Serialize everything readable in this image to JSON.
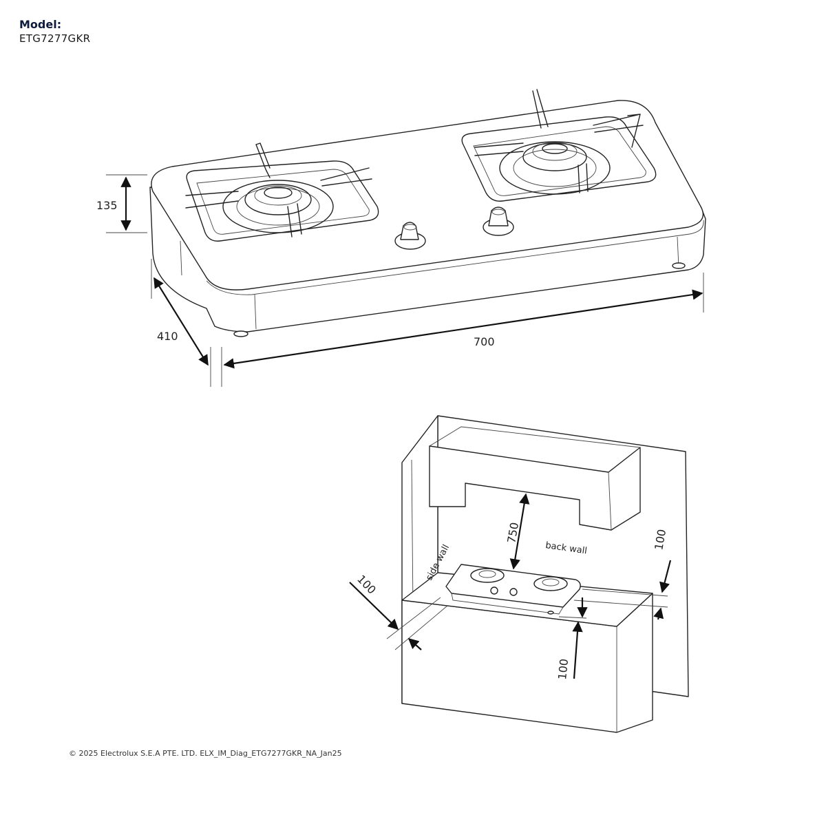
{
  "header": {
    "model_label": "Model:",
    "model_value": "ETG7277GKR"
  },
  "hob_dimensions": {
    "height": "135",
    "depth": "410",
    "width": "700"
  },
  "installation": {
    "hood_clearance": "750",
    "back_wall_gap": "100",
    "side_wall_gap": "100",
    "front_gap": "100",
    "back_wall_label": "back wall",
    "side_wall_label": "side wall"
  },
  "footer": {
    "copyright": "© 2025 Electrolux S.E.A PTE. LTD. ELX_IM_Diag_ETG7277GKR_NA_Jan25"
  }
}
